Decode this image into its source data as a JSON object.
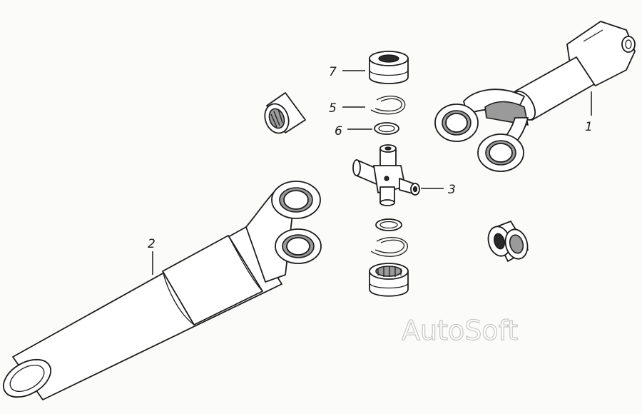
{
  "diagram": {
    "callouts": [
      {
        "id": "1",
        "label": "1"
      },
      {
        "id": "2",
        "label": "2"
      },
      {
        "id": "3",
        "label": "3"
      },
      {
        "id": "5",
        "label": "5"
      },
      {
        "id": "6",
        "label": "6"
      },
      {
        "id": "7",
        "label": "7"
      }
    ],
    "watermark": "AutoSoft"
  }
}
